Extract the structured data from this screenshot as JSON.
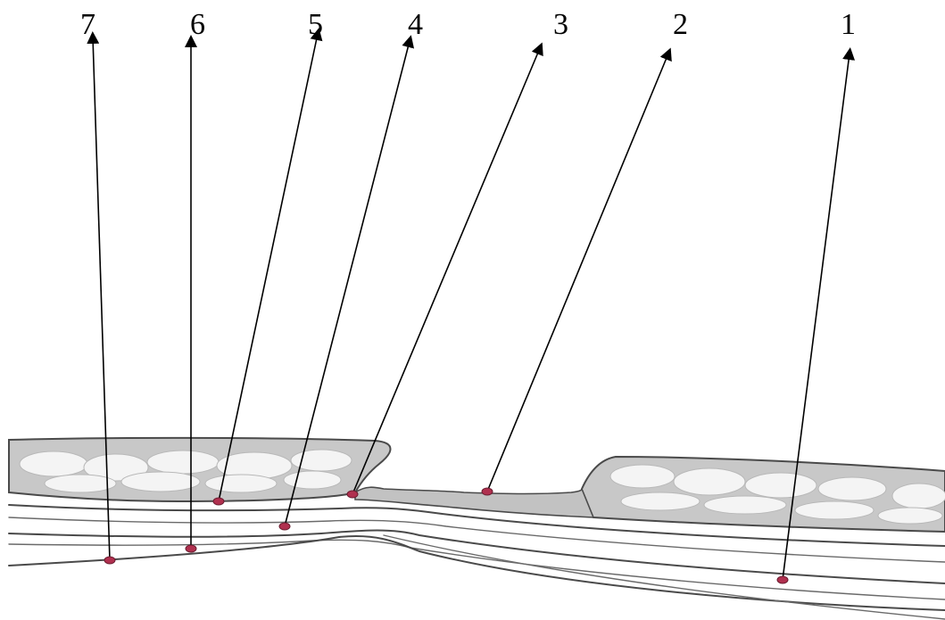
{
  "diagram": {
    "callouts": [
      {
        "label": "1"
      },
      {
        "label": "2"
      },
      {
        "label": "3"
      },
      {
        "label": "4"
      },
      {
        "label": "5"
      },
      {
        "label": "6"
      },
      {
        "label": "7"
      }
    ],
    "colors": {
      "marker": "#b0304f",
      "leader": "#000000",
      "tissue_fill": "#d9d9d9",
      "tissue_line": "#4a4a4a"
    }
  }
}
